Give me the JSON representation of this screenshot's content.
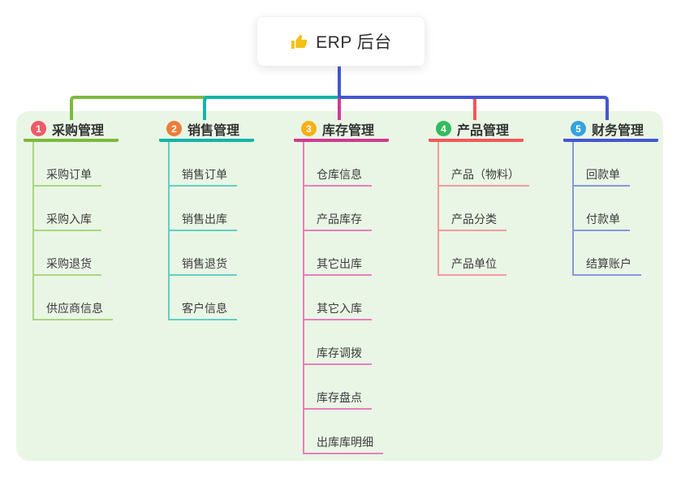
{
  "root": {
    "title": "ERP 后台",
    "icon": "thumbs-up"
  },
  "colors": {
    "panel_bg": "#e9f6e5",
    "root_stem": "#4456d2",
    "text_title": "#333333",
    "text_item": "#3c3c3c"
  },
  "branches": [
    {
      "badge": "1",
      "label": "采购管理",
      "badge_color": "#ee5b66",
      "line_color": "#7cba3d",
      "item_line_color": "#a9d77e",
      "items": [
        "采购订单",
        "采购入库",
        "采购退货",
        "供应商信息"
      ]
    },
    {
      "badge": "2",
      "label": "销售管理",
      "badge_color": "#ed7d3a",
      "line_color": "#13b5a9",
      "item_line_color": "#62cfc3",
      "items": [
        "销售订单",
        "销售出库",
        "销售退货",
        "客户信息"
      ]
    },
    {
      "badge": "3",
      "label": "库存管理",
      "badge_color": "#f7b015",
      "line_color": "#d13a92",
      "item_line_color": "#ea7dbd",
      "items": [
        "仓库信息",
        "产品库存",
        "其它出库",
        "其它入库",
        "库存调拨",
        "库存盘点",
        "出库库明细"
      ]
    },
    {
      "badge": "4",
      "label": "产品管理",
      "badge_color": "#34ba5e",
      "line_color": "#f25858",
      "item_line_color": "#f79a9a",
      "items": [
        "产品（物料）",
        "产品分类",
        "产品单位"
      ]
    },
    {
      "badge": "5",
      "label": "财务管理",
      "badge_color": "#35a3dc",
      "line_color": "#4456d2",
      "item_line_color": "#8697df",
      "items": [
        "回款单",
        "付款单",
        "结算账户"
      ]
    }
  ]
}
